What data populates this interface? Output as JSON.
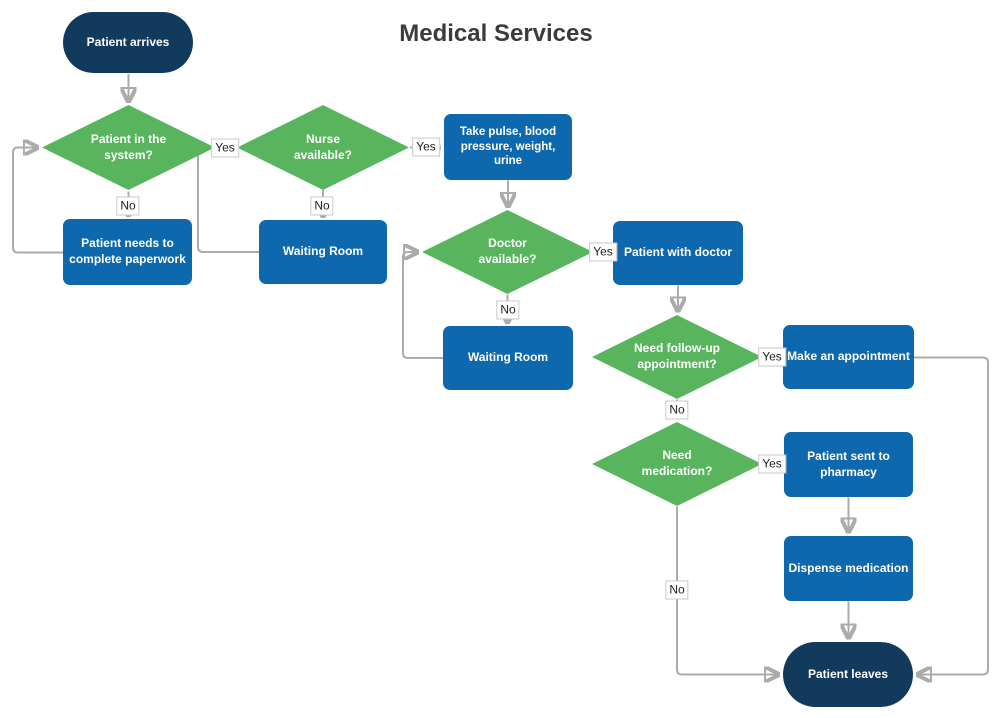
{
  "title": "Medical Services",
  "colors": {
    "terminator_fill": "#123a5c",
    "process_fill": "#0e68ae",
    "decision_fill": "#58b55e",
    "connector": "#ababab",
    "node_text": "#ffffff",
    "title_text": "#3a3b3d"
  },
  "nodes": {
    "patient_arrives": "Patient arrives",
    "patient_in_system": "Patient in the\nsystem?",
    "nurse_available": "Nurse\navailable?",
    "take_pulse": "Take pulse, blood\npressure, weight, urine",
    "paperwork": "Patient needs to\ncomplete paperwork",
    "waiting_room_1": "Waiting Room",
    "doctor_available": "Doctor\navailable?",
    "patient_with_doctor": "Patient with doctor",
    "waiting_room_2": "Waiting Room",
    "follow_up": "Need follow-up\nappointment?",
    "make_appointment": "Make an appointment",
    "need_medication": "Need\nmedication?",
    "pharmacy": "Patient sent to\npharmacy",
    "dispense": "Dispense medication",
    "patient_leaves": "Patient leaves"
  },
  "edge_labels": {
    "in_system_yes": "Yes",
    "in_system_no": "No",
    "nurse_yes": "Yes",
    "nurse_no": "No",
    "doctor_yes": "Yes",
    "doctor_no": "No",
    "follow_up_yes": "Yes",
    "follow_up_no": "No",
    "medication_yes": "Yes",
    "medication_no": "No"
  }
}
